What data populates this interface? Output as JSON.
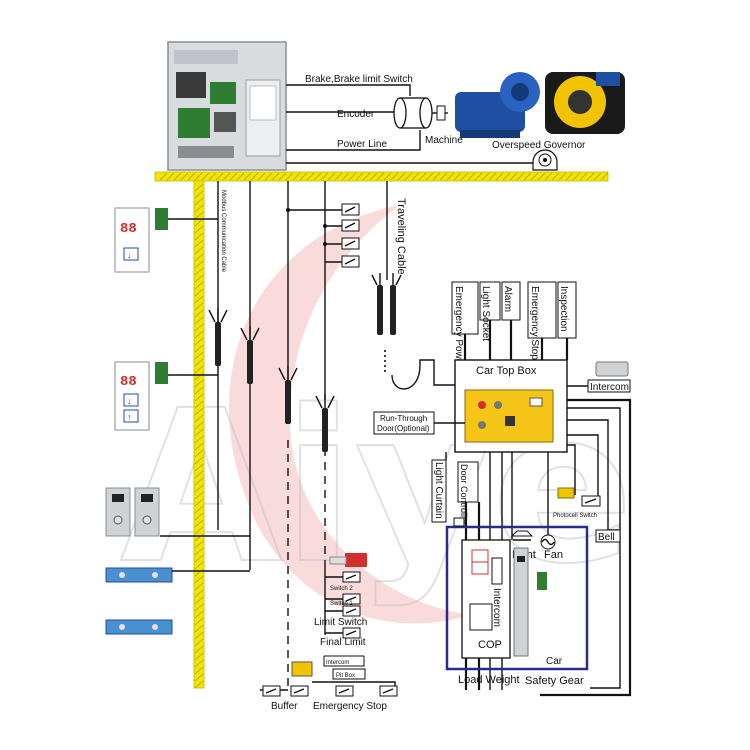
{
  "labels": {
    "brake": "Brake,Brake limit Switch",
    "encoder": "Encoder",
    "power_line": "Power Line",
    "machine": "Machine",
    "overspeed_governor": "Overspeed Governor",
    "modbus_cable": "Modbus Communication Cable",
    "traveling_cable": "Traveling Cable",
    "emergency_power": "Emergency Power",
    "light_socket": "Light Socket",
    "alarm": "Alarm",
    "emergency_stop": "Emergency Stop",
    "inspection": "Inspection",
    "car_top_box": "Car Top Box",
    "intercom_top": "Intercom",
    "run_through_1": "Run-Through",
    "run_through_2": "Door(Optional)",
    "light_curtain": "Light Curtain",
    "door_controller": "Door Controller",
    "photocell_switch": "Photocell Switch",
    "bell": "Bell",
    "light": "Light",
    "fan": "Fan",
    "intercom_car": "Intercom",
    "cop": "COP",
    "car": "Car",
    "load_weight": "Load Weight",
    "safety_gear": "Safety Gear",
    "switch2": "Switch 2",
    "switch1": "Switch 1",
    "limit_switch": "Limit Switch",
    "final_limit": "Final Limit",
    "intercom_pit": "Intercom",
    "pit_box": "Pit Box",
    "buffer": "Buffer",
    "emergency_stop_pit": "Emergency Stop",
    "display_digits": "88",
    "watermark": "Aiye"
  }
}
